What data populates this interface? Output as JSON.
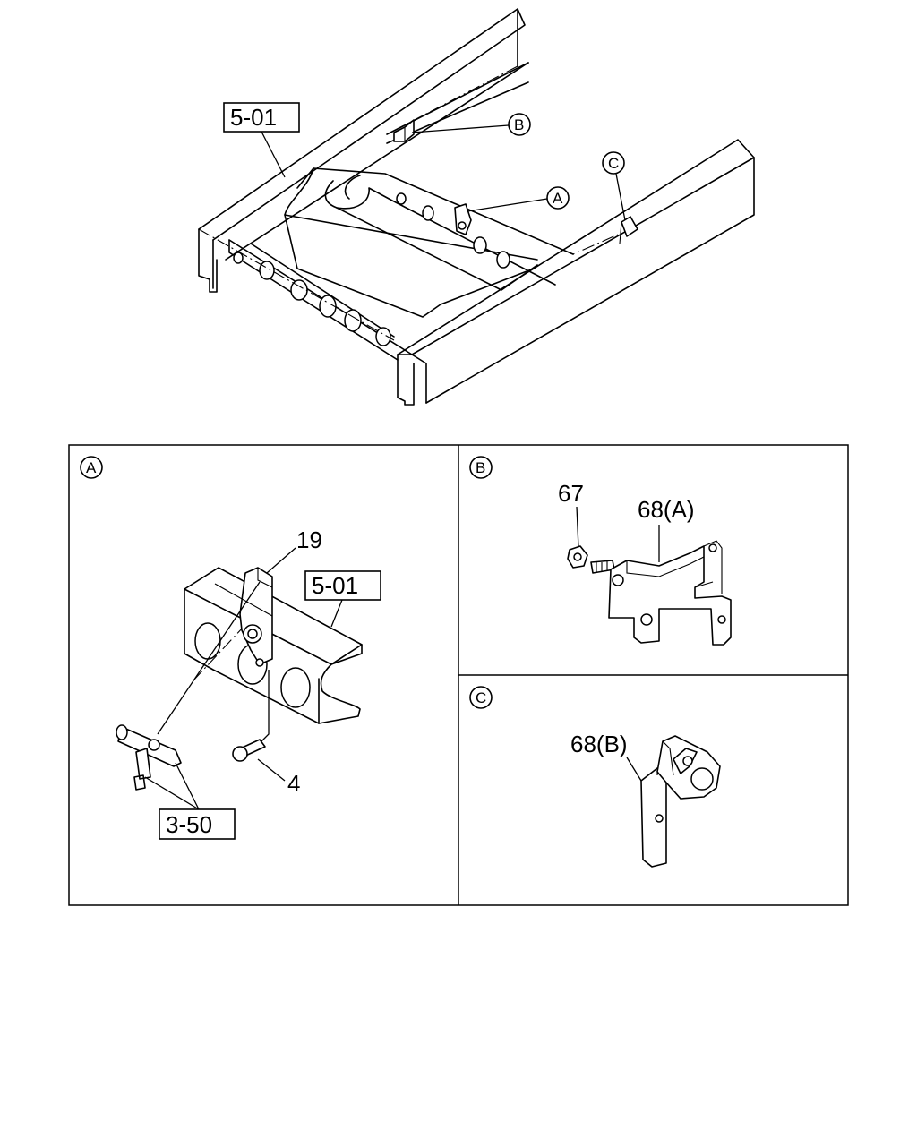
{
  "main_view": {
    "ref_5_01": "5-01",
    "callout_a": "A",
    "callout_b": "B",
    "callout_c": "C"
  },
  "detail_a": {
    "tag": "A",
    "part_19": "19",
    "ref_5_01": "5-01",
    "part_4": "4",
    "ref_3_50": "3-50"
  },
  "detail_b": {
    "tag": "B",
    "part_67": "67",
    "part_68a": "68(A)"
  },
  "detail_c": {
    "tag": "C",
    "part_68b": "68(B)"
  }
}
